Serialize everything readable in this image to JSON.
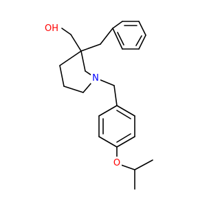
{
  "structure": {
    "atoms": [
      {
        "id": "O1",
        "label": "OH",
        "color": "#ff0000"
      },
      {
        "id": "N1",
        "label": "N",
        "color": "#0000ff"
      },
      {
        "id": "O2",
        "label": "O",
        "color": "#ff0000"
      }
    ],
    "bond_color": "#000000"
  }
}
